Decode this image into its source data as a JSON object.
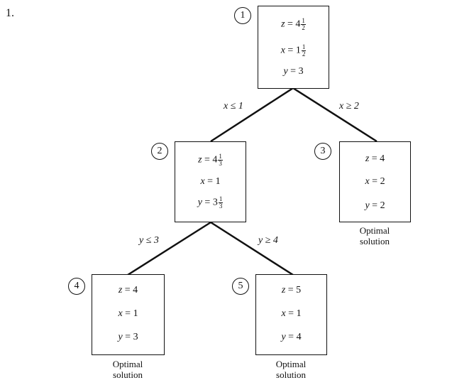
{
  "problem_number": "1.",
  "nodes": [
    {
      "id": "1",
      "z": "4",
      "z_frac": [
        "1",
        "2"
      ],
      "x": "1",
      "x_frac": [
        "1",
        "2"
      ],
      "y": "3",
      "y_frac": null,
      "note": null
    },
    {
      "id": "2",
      "z": "4",
      "z_frac": [
        "1",
        "3"
      ],
      "x": "1",
      "x_frac": null,
      "y": "3",
      "y_frac": [
        "1",
        "3"
      ],
      "note": null
    },
    {
      "id": "3",
      "z": "4",
      "z_frac": null,
      "x": "2",
      "x_frac": null,
      "y": "2",
      "y_frac": null,
      "note": [
        "Optimal",
        "solution"
      ]
    },
    {
      "id": "4",
      "z": "4",
      "z_frac": null,
      "x": "1",
      "x_frac": null,
      "y": "3",
      "y_frac": null,
      "note": [
        "Optimal",
        "solution"
      ]
    },
    {
      "id": "5",
      "z": "5",
      "z_frac": null,
      "x": "1",
      "x_frac": null,
      "y": "4",
      "y_frac": null,
      "note": [
        "Optimal",
        "solution"
      ]
    }
  ],
  "branches": [
    {
      "from": "1",
      "to": "2",
      "label": "x ≤ 1"
    },
    {
      "from": "1",
      "to": "3",
      "label": "x ≥ 2"
    },
    {
      "from": "2",
      "to": "4",
      "label": "y ≤ 3"
    },
    {
      "from": "2",
      "to": "5",
      "label": "y ≥ 4"
    }
  ]
}
